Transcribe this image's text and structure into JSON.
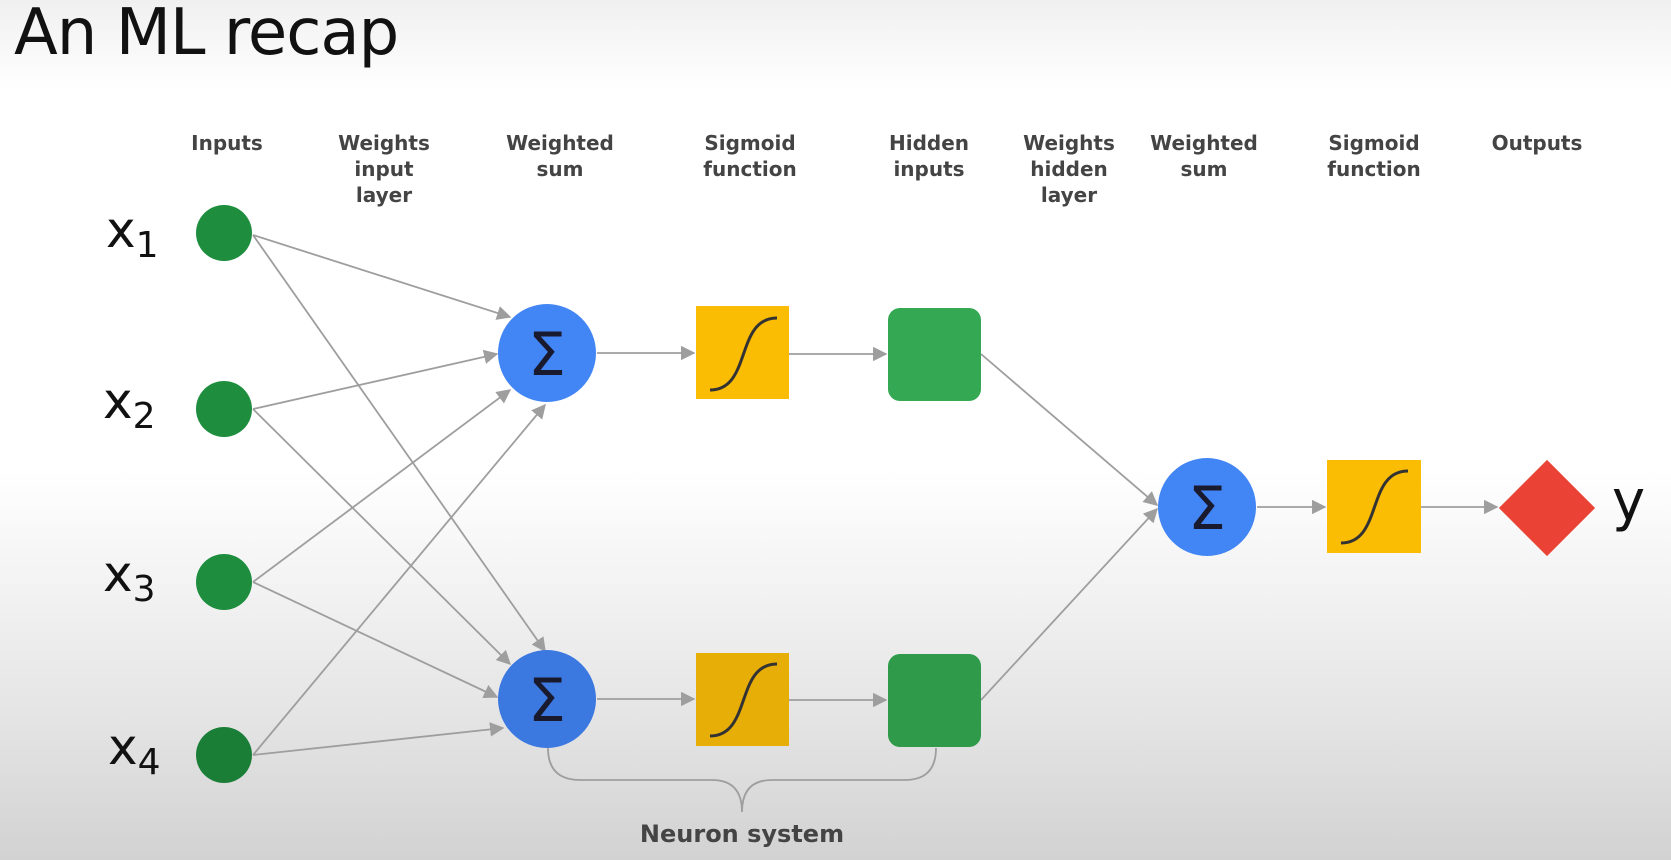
{
  "title": "An ML recap",
  "columns": {
    "inputs": "Inputs",
    "weights_input": "Weights input\nlayer",
    "weighted_sum_1": "Weighted\nsum",
    "sigmoid_1": "Sigmoid\nfunction",
    "hidden_inputs": "Hidden\ninputs",
    "weights_hidden": "Weights\nhidden\nlayer",
    "weighted_sum_2": "Weighted\nsum",
    "sigmoid_2": "Sigmoid\nfunction",
    "outputs": "Outputs"
  },
  "inputs": [
    {
      "base": "x",
      "sub": "1"
    },
    {
      "base": "x",
      "sub": "2"
    },
    {
      "base": "x",
      "sub": "3"
    },
    {
      "base": "x",
      "sub": "4"
    }
  ],
  "sum_symbol": "Σ",
  "output_label": "y",
  "neuron_system_label": "Neuron system",
  "colors": {
    "input_node": "#1e8e3e",
    "sum_node": "#4285f4",
    "sigmoid_box": "#fbbc04",
    "hidden_node": "#34a853",
    "output_node": "#ea4335",
    "edge": "#9e9e9e"
  }
}
